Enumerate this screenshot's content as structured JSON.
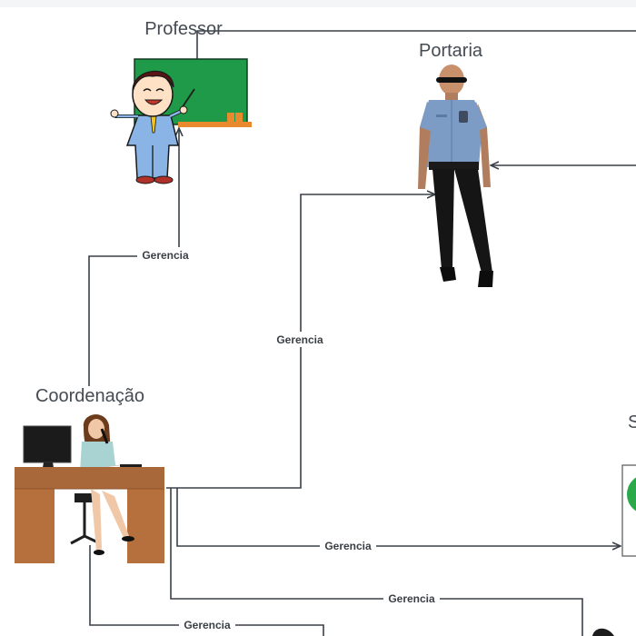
{
  "diagram": {
    "nodes": [
      {
        "id": "professor",
        "label": "Professor",
        "icon": "teacher-icon"
      },
      {
        "id": "portaria",
        "label": "Portaria",
        "icon": "security-guard-icon"
      },
      {
        "id": "coordenacao",
        "label": "Coordenação",
        "icon": "office-worker-icon"
      },
      {
        "id": "partial-right",
        "label": "S",
        "icon": "partial-icon"
      }
    ],
    "edges": [
      {
        "id": "coord-professor",
        "from": "coordenacao",
        "to": "professor",
        "label": "Gerencia"
      },
      {
        "id": "coord-portaria",
        "from": "coordenacao",
        "to": "portaria",
        "label": "Gerencia"
      },
      {
        "id": "coord-right-1",
        "from": "coordenacao",
        "to": "partial-right",
        "label": "Gerencia"
      },
      {
        "id": "coord-right-2",
        "from": "coordenacao",
        "to": "offscreen",
        "label": "Gerencia"
      },
      {
        "id": "coord-bottom",
        "from": "coordenacao",
        "to": "offscreen",
        "label": "Gerencia"
      }
    ]
  }
}
